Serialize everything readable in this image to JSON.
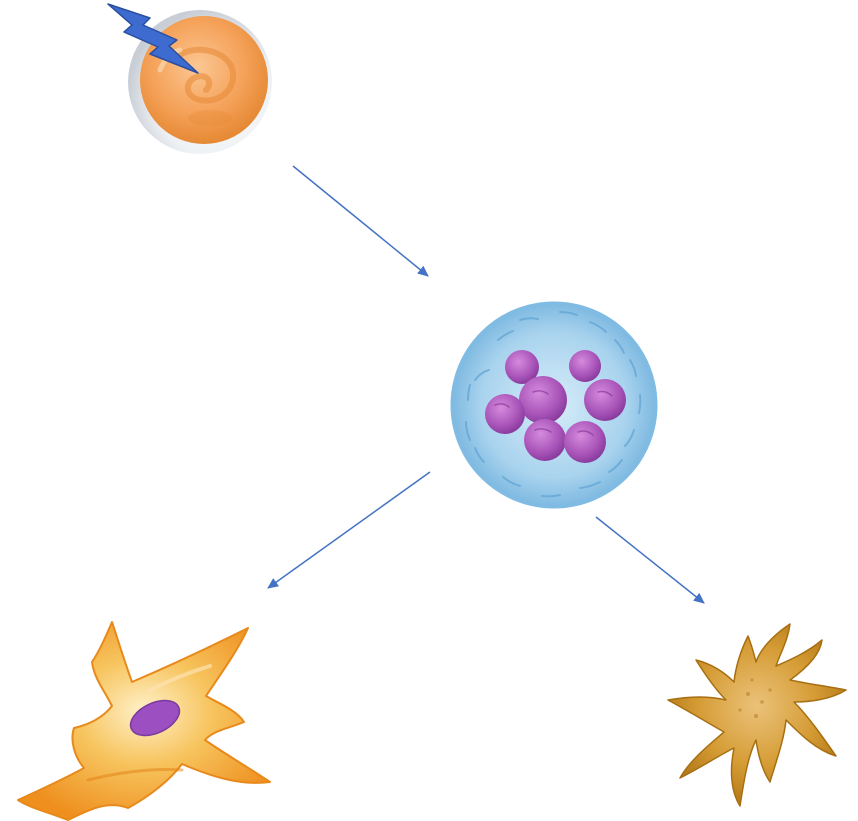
{
  "diagram": {
    "nodes": [
      {
        "id": "activated-cell",
        "icon": "orange-round-cell-icon",
        "stimulus_icon": "lightning-bolt-icon"
      },
      {
        "id": "intermediate-cell",
        "icon": "blue-cell-with-purple-lobed-nucleus-icon"
      },
      {
        "id": "left-output-cell",
        "icon": "orange-stellate-cell-icon"
      },
      {
        "id": "right-output-cell",
        "icon": "brown-dendritic-cell-icon"
      }
    ],
    "edges": [
      {
        "from": "activated-cell",
        "to": "intermediate-cell"
      },
      {
        "from": "intermediate-cell",
        "to": "left-output-cell"
      },
      {
        "from": "intermediate-cell",
        "to": "right-output-cell"
      }
    ],
    "colors": {
      "arrow": "#4472C4",
      "lightning": "#3E6BD0",
      "orange_cell": "#F5A25A",
      "blue_cell": "#9CCBEA",
      "nucleus": "#A853B8",
      "stellate_cell": "#F0A733",
      "dendritic_cell": "#C98A26"
    }
  }
}
